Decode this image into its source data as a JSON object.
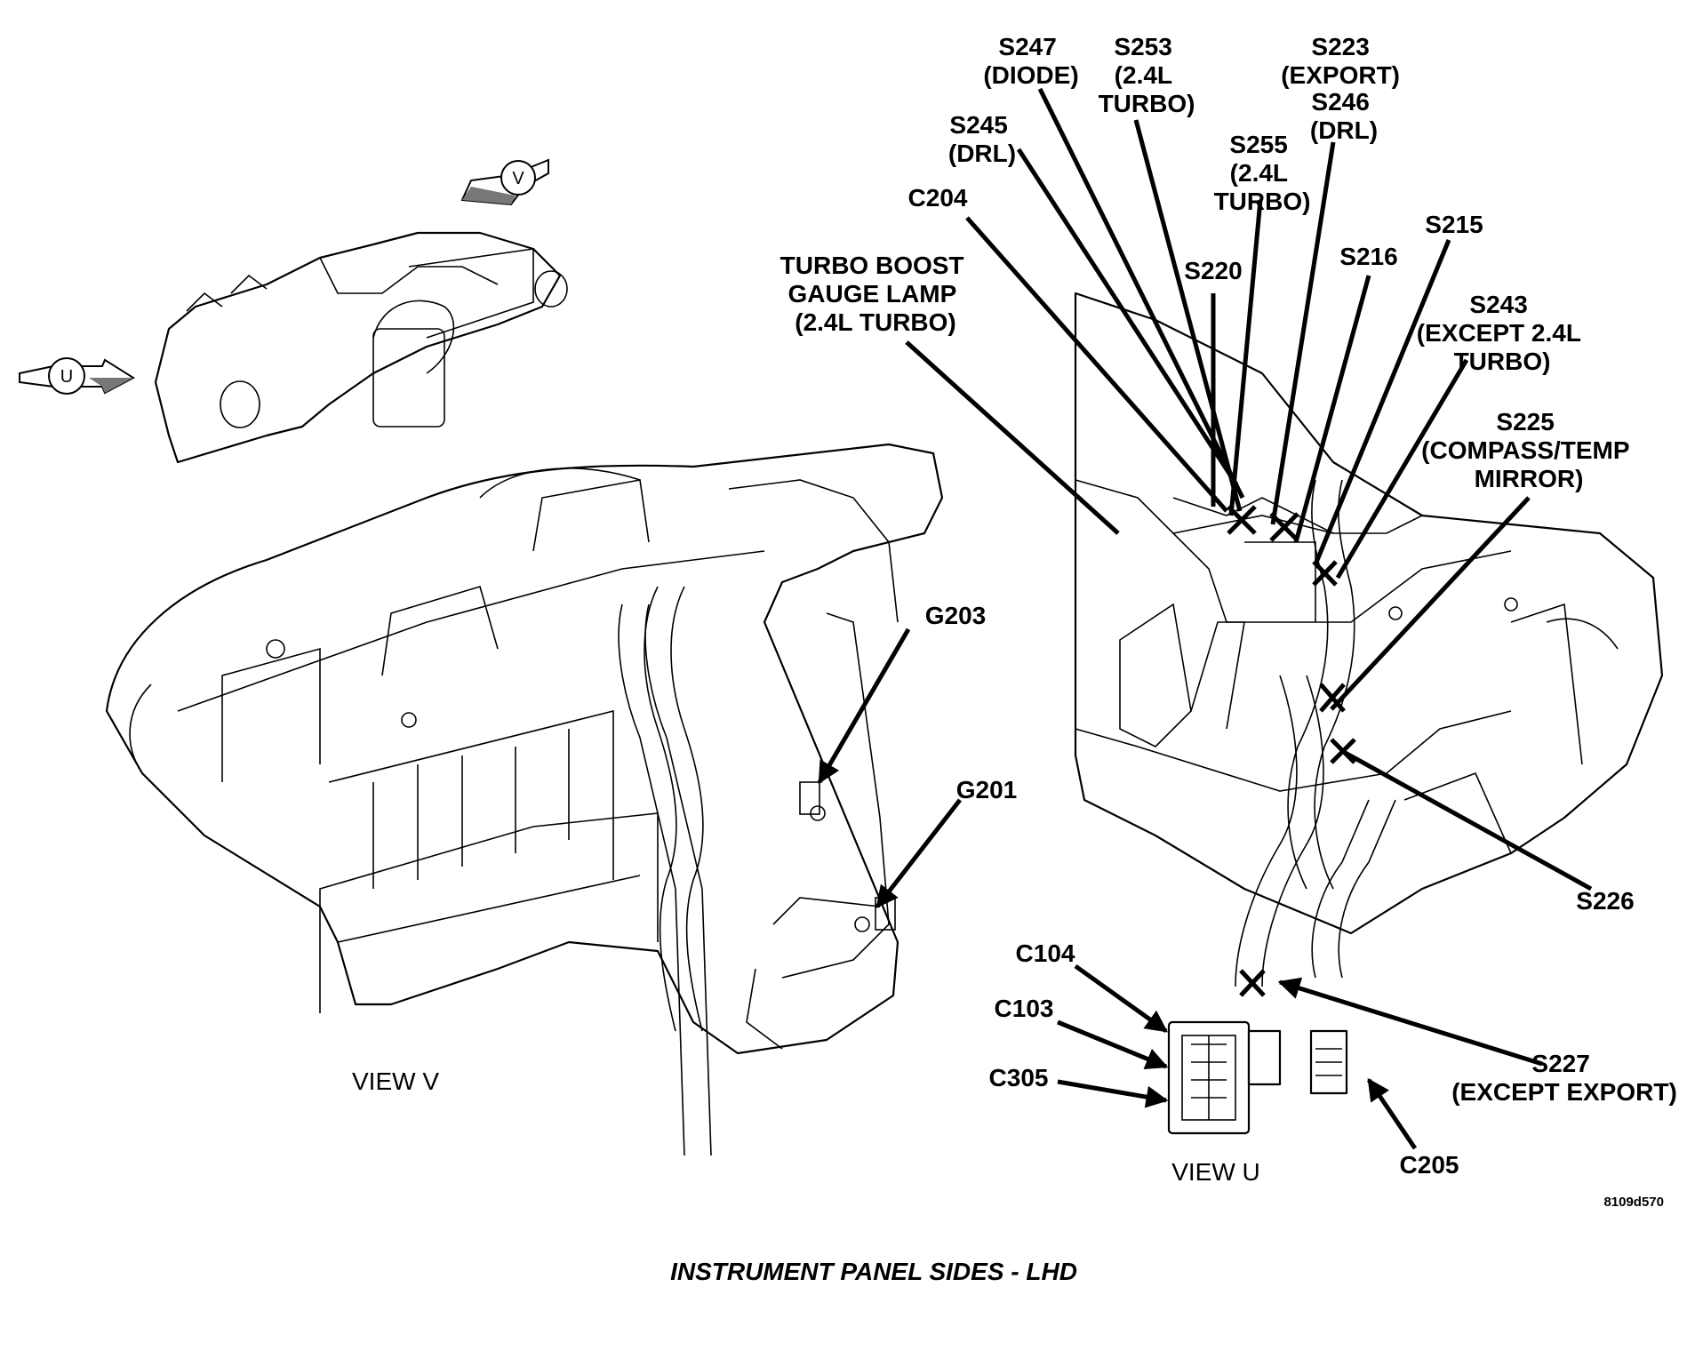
{
  "caption": "INSTRUMENT PANEL SIDES - LHD",
  "figure_code": "8109d570",
  "view_v": {
    "title": "VIEW V",
    "marker": "V",
    "labels": {
      "g203": "G203",
      "g201": "G201"
    }
  },
  "view_u": {
    "title": "VIEW U",
    "marker": "U",
    "labels": {
      "s247": [
        "S247",
        "(DIODE)"
      ],
      "s253": [
        "S253",
        "(2.4L",
        "TURBO)"
      ],
      "s223": [
        "S223",
        "(EXPORT)",
        "S246",
        "(DRL)"
      ],
      "s245": [
        "S245",
        "(DRL)"
      ],
      "s255": [
        "S255",
        "(2.4L",
        "TURBO)"
      ],
      "c204": [
        "C204"
      ],
      "s215": [
        "S215"
      ],
      "s220": [
        "S220"
      ],
      "s216": [
        "S216"
      ],
      "turbo": [
        "TURBO BOOST",
        "GAUGE LAMP",
        "(2.4L TURBO)"
      ],
      "s243": [
        "S243",
        "(EXCEPT 2.4L",
        "TURBO)"
      ],
      "s225": [
        "S225",
        "(COMPASS/TEMP",
        "MIRROR)"
      ],
      "s226": [
        "S226"
      ],
      "c104": [
        "C104"
      ],
      "c103": [
        "C103"
      ],
      "c305": [
        "C305"
      ],
      "s227": [
        "S227",
        "(EXCEPT EXPORT)"
      ],
      "c205": [
        "C205"
      ]
    }
  }
}
